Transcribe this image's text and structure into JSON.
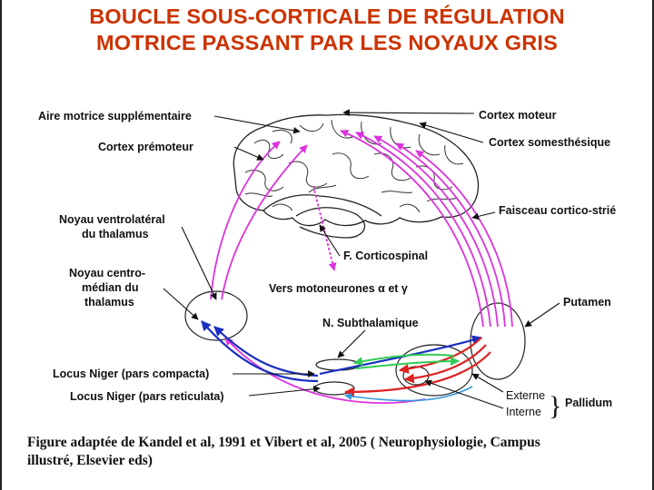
{
  "title": {
    "line1": "BOUCLE SOUS-CORTICALE DE RÉGULATION",
    "line2": "MOTRICE PASSANT PAR LES NOYAUX GRIS"
  },
  "labels": {
    "aire_motrice": "Aire motrice supplémentaire",
    "cortex_moteur": "Cortex moteur",
    "cortex_premoteur": "Cortex prémoteur",
    "cortex_somesthesique": "Cortex somesthésique",
    "faisceau": "Faisceau cortico-strié",
    "noyau_vl_1": "Noyau ventrolatéral",
    "noyau_vl_2": "du thalamus",
    "noyau_cm_1": "Noyau centro-",
    "noyau_cm_2": "médian du",
    "noyau_cm_3": "thalamus",
    "f_corticospinal": "F. Corticospinal",
    "vers_motoneurones": "Vers motoneurones α et γ",
    "putamen": "Putamen",
    "n_subthalamique": "N. Subthalamique",
    "locus_compacta": "Locus Niger (pars compacta)",
    "locus_reticulata": "Locus Niger (pars reticulata)",
    "externe": "Externe",
    "interne": "Interne",
    "pallidum": "Pallidum"
  },
  "caption": {
    "line1": "Figure adaptée de Kandel et al, 1991 et Vibert et al, 2005 ( Neurophysiologie, Campus",
    "line2": "illustré, Elsevier eds)"
  },
  "colors": {
    "title": "#cc3300",
    "cortical_pathway": "#dd33dd",
    "nigral_pathway": "#1a2fbf",
    "striatal_pathway": "#dd2222",
    "subthalamic_pathway": "#33cc55",
    "pallidal_pathway": "#3399dd"
  }
}
